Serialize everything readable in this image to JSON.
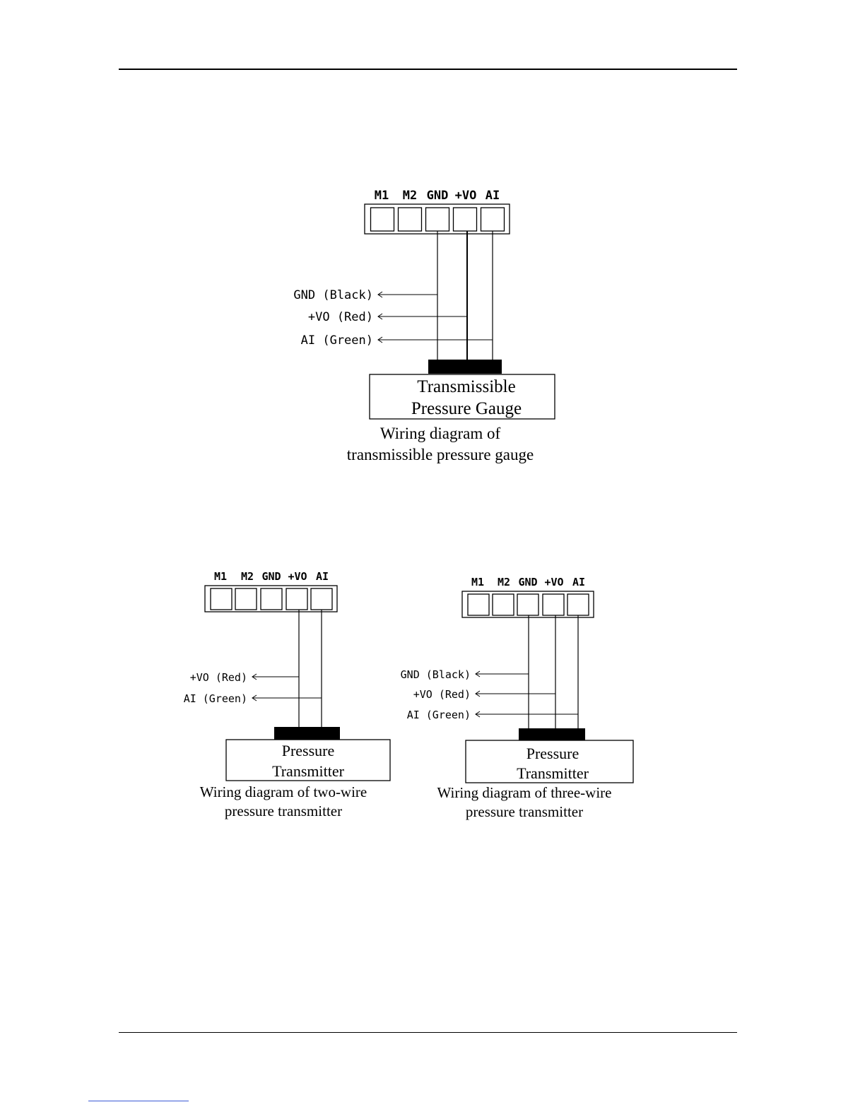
{
  "diagrams": [
    {
      "id": "gauge",
      "terminals": [
        "M1",
        "M2",
        "GND",
        "+VO",
        "AI"
      ],
      "wires": [
        {
          "label": "GND (Black)",
          "terminal": 2
        },
        {
          "label": "+VO (Red)",
          "terminal": 3
        },
        {
          "label": "AI (Green)",
          "terminal": 4
        }
      ],
      "device": [
        "Transmissible",
        "Pressure Gauge"
      ],
      "caption": [
        "Wiring diagram of",
        "transmissible pressure gauge"
      ]
    },
    {
      "id": "two-wire",
      "terminals": [
        "M1",
        "M2",
        "GND",
        "+VO",
        "AI"
      ],
      "wires": [
        {
          "label": "+VO (Red)",
          "terminal": 3
        },
        {
          "label": "AI (Green)",
          "terminal": 4
        }
      ],
      "device": [
        "Pressure",
        "Transmitter"
      ],
      "caption": [
        "Wiring diagram of two-wire",
        "pressure transmitter"
      ]
    },
    {
      "id": "three-wire",
      "terminals": [
        "M1",
        "M2",
        "GND",
        "+VO",
        "AI"
      ],
      "wires": [
        {
          "label": "GND (Black)",
          "terminal": 2
        },
        {
          "label": "+VO (Red)",
          "terminal": 3
        },
        {
          "label": "AI (Green)",
          "terminal": 4
        }
      ],
      "device": [
        "Pressure",
        "Transmitter"
      ],
      "caption": [
        "Wiring diagram of three-wire",
        "pressure transmitter"
      ]
    }
  ]
}
